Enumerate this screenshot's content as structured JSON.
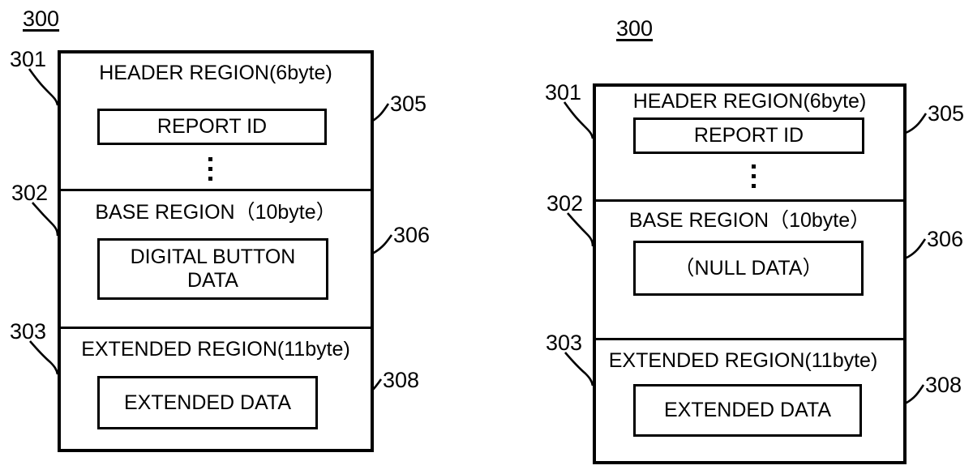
{
  "figure": {
    "kind": "patent-diagram",
    "description": "Two report packet layout diagrams, reference 300",
    "background_color": "#ffffff",
    "line_color": "#000000"
  },
  "diagrams": [
    {
      "id": "left",
      "title": "300",
      "packet_ref": "301",
      "regions": [
        {
          "ref": "301",
          "label": "HEADER REGION(6byte)",
          "field": {
            "ref": "305",
            "label": "REPORT ID"
          },
          "has_ellipsis": true
        },
        {
          "ref": "302",
          "label": "BASE REGION（10byte）",
          "field": {
            "ref": "306",
            "label": "DIGITAL BUTTON\nDATA"
          },
          "has_ellipsis": false
        },
        {
          "ref": "303",
          "label": "EXTENDED REGION(11byte)",
          "field": {
            "ref": "308",
            "label": "EXTENDED DATA"
          },
          "has_ellipsis": false
        }
      ]
    },
    {
      "id": "right",
      "title": "300",
      "packet_ref": "301",
      "regions": [
        {
          "ref": "301",
          "label": "HEADER REGION(6byte)",
          "field": {
            "ref": "305",
            "label": "REPORT ID"
          },
          "has_ellipsis": true
        },
        {
          "ref": "302",
          "label": "BASE REGION（10byte）",
          "field": {
            "ref": "306",
            "label": "（NULL DATA）"
          },
          "has_ellipsis": false
        },
        {
          "ref": "303",
          "label": "EXTENDED REGION(11byte)",
          "field": {
            "ref": "308",
            "label": "EXTENDED DATA"
          },
          "has_ellipsis": false
        }
      ]
    }
  ]
}
